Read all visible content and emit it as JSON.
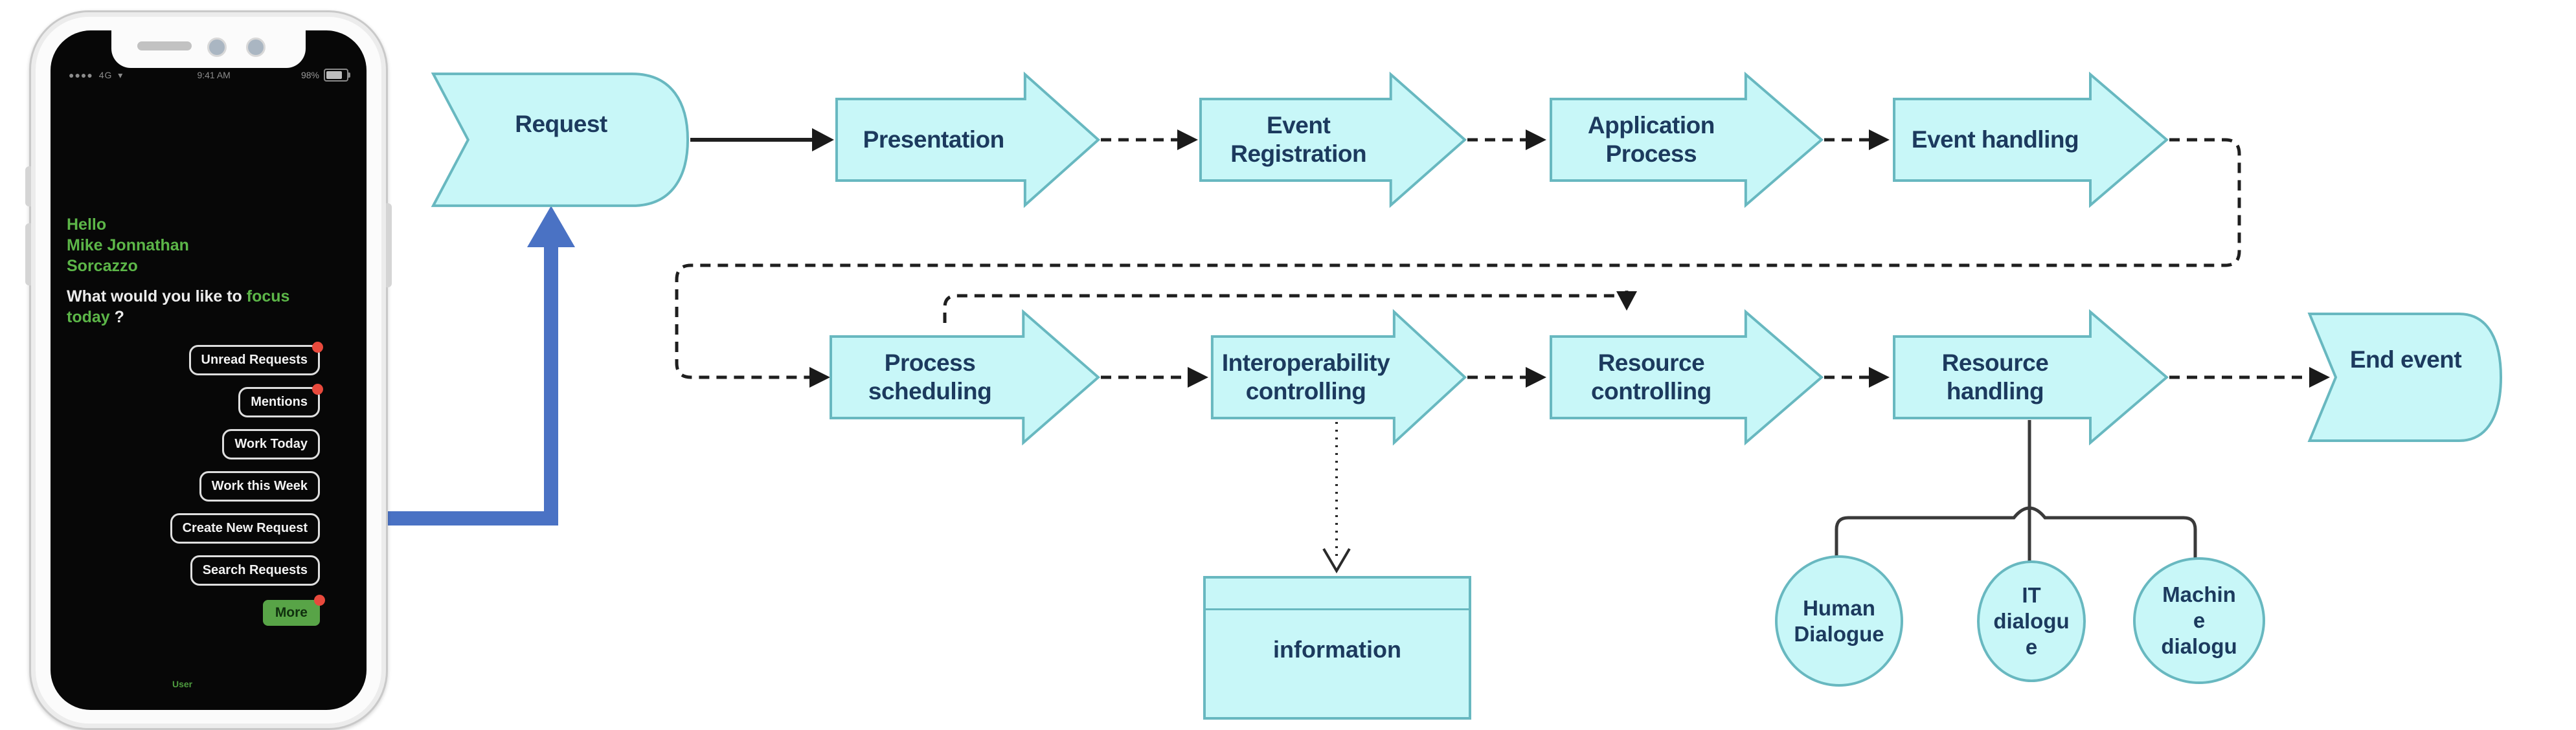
{
  "phone": {
    "status": {
      "signal": "●●●●",
      "network": "4G",
      "wifi": "▾",
      "time": "9:41 AM",
      "battery_pct": "98%"
    },
    "greeting": [
      "Hello",
      "Mike Jonnathan",
      "Sorcazzo"
    ],
    "question": {
      "l1": "What would you like to ",
      "l1_accent": "focus",
      "l2_accent": "today",
      "l2": " ?"
    },
    "buttons": [
      {
        "label": "Unread Requests",
        "badge": true
      },
      {
        "label": "Mentions",
        "badge": true
      },
      {
        "label": "Work Today",
        "badge": false
      },
      {
        "label": "Work this Week",
        "badge": false
      },
      {
        "label": "Create New Request",
        "badge": false
      },
      {
        "label": "Search Requests",
        "badge": false
      }
    ],
    "more": {
      "label": "More",
      "badge": true
    },
    "footer_label": "User"
  },
  "diagram": {
    "row1": {
      "request": "Request",
      "presentation": "Presentation",
      "event_registration": "Event Registration",
      "application_process": "Application Process",
      "event_handling": "Event handling"
    },
    "row2": {
      "process_scheduling": "Process scheduling",
      "interoperability_controlling": "Interoperability\ncontrolling",
      "resource_controlling": "Resource controlling",
      "resource_handling": "Resource handling",
      "end_event": "End event"
    },
    "data_object": {
      "label": "information"
    },
    "dialogues": [
      "Human\nDialogue",
      "IT\ndialogu\ne",
      "Machin\ne\ndialogu"
    ],
    "colors": {
      "shape_fill": "#c8f7f8",
      "shape_border": "#68b8c0",
      "shape_text": "#1c3a5e",
      "connector": "#1f1f1f",
      "highlight_arrow": "#4a72c4",
      "phone_accent_green": "#5cb648",
      "badge_red": "#e8493c"
    }
  }
}
